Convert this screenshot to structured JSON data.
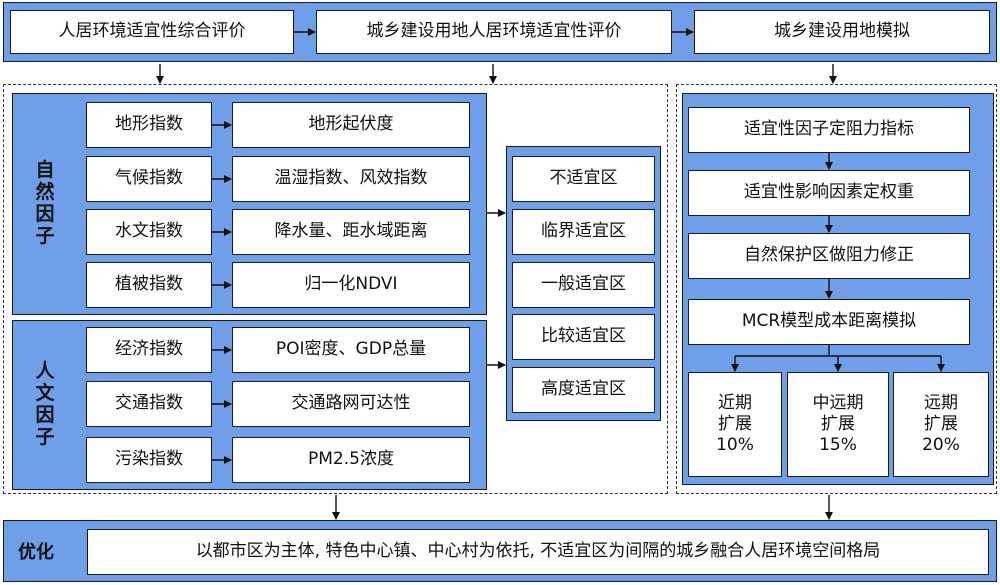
{
  "top": {
    "step1": "人居环境适宜性综合评价",
    "step2": "城乡建设用地人居环境适宜性评价",
    "step3": "城乡建设用地模拟"
  },
  "natural": {
    "label": [
      "自",
      "然",
      "因",
      "子"
    ],
    "rows": [
      {
        "index": "地形指数",
        "detail": "地形起伏度"
      },
      {
        "index": "气候指数",
        "detail": "温湿指数、风效指数"
      },
      {
        "index": "水文指数",
        "detail": "降水量、距水域距离"
      },
      {
        "index": "植被指数",
        "detail": "归一化NDVI"
      }
    ]
  },
  "human": {
    "label": [
      "人",
      "文",
      "因",
      "子"
    ],
    "rows": [
      {
        "index": "经济指数",
        "detail": "POI密度、GDP总量"
      },
      {
        "index": "交通指数",
        "detail": "交通路网可达性"
      },
      {
        "index": "污染指数",
        "detail": "PM2.5浓度"
      }
    ]
  },
  "zones": [
    "不适宜区",
    "临界适宜区",
    "一般适宜区",
    "比较适宜区",
    "高度适宜区"
  ],
  "simulation": {
    "steps": [
      "适宜性因子定阻力指标",
      "适宜性影响因素定权重",
      "自然保护区做阻力修正",
      "MCR模型成本距离模拟"
    ],
    "periods": [
      {
        "l1": "近期",
        "l2": "扩展",
        "pct": "10%"
      },
      {
        "l1": "中远期",
        "l2": "扩展",
        "pct": "15%"
      },
      {
        "l1": "远期",
        "l2": "扩展",
        "pct": "20%"
      }
    ]
  },
  "optimize": {
    "label": "优化",
    "text": "以都市区为主体, 特色中心镇、中心村为依托, 不适宜区为间隔的城乡融合人居环境空间格局"
  }
}
